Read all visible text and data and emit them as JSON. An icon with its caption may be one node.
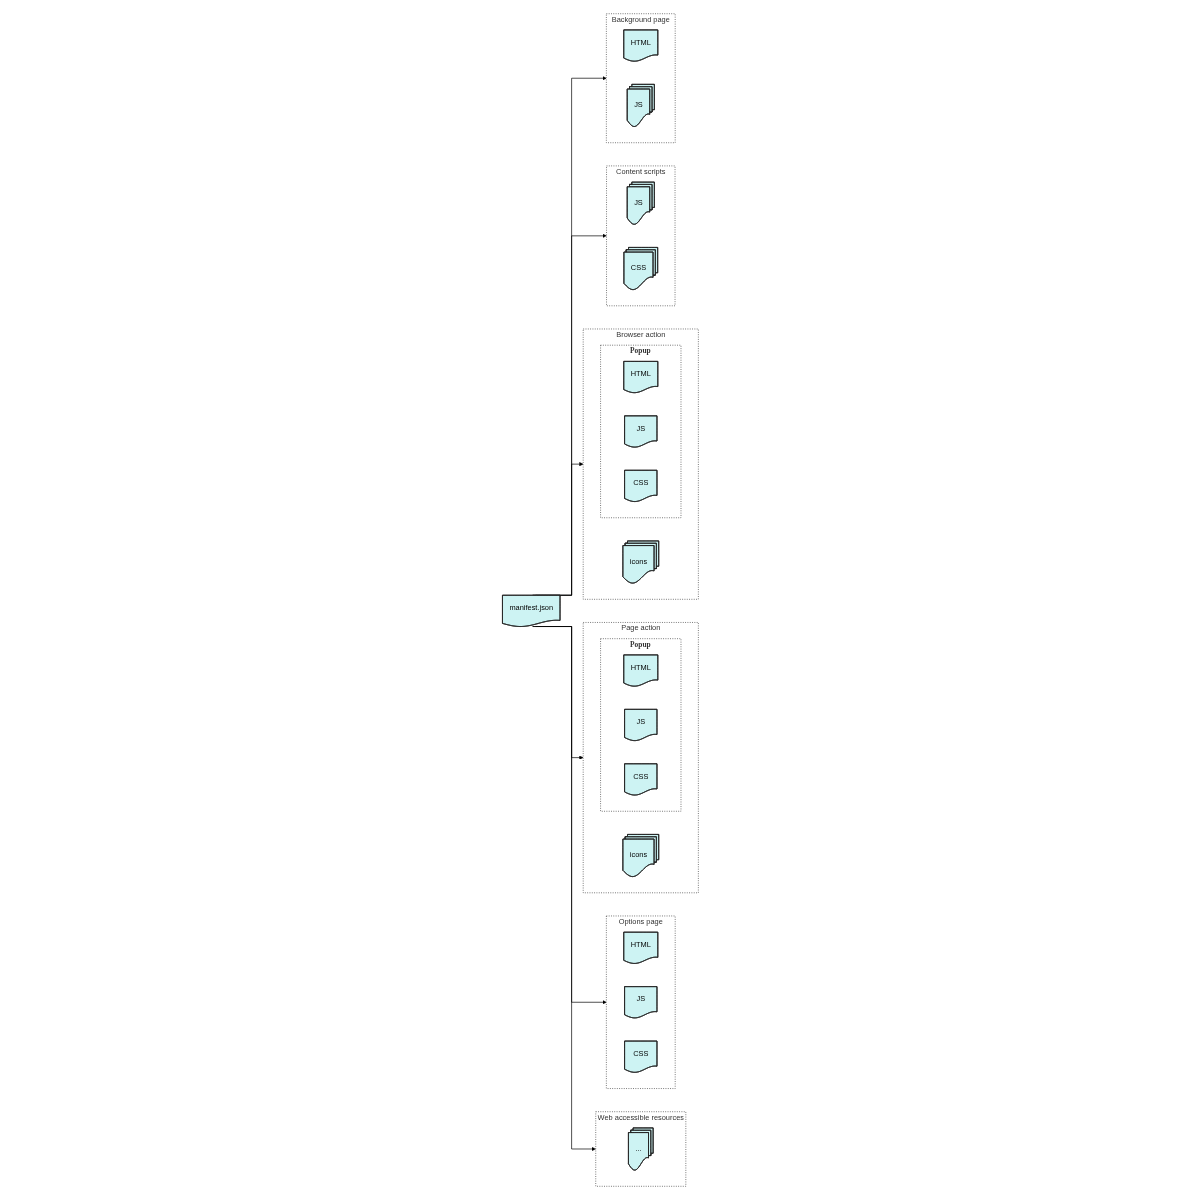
{
  "diagram": {
    "nodes": [
      {
        "text": [
          "manifest.json"
        ]
      },
      {
        "text": [
          "Background page"
        ]
      },
      {
        "text": [
          "HTML"
        ],
        "in": 1
      },
      {
        "text": [
          "JS"
        ],
        "in": 1
      },
      {
        "text": [
          "Content scripts"
        ]
      },
      {
        "text": [
          "JS"
        ],
        "in": 4
      },
      {
        "text": [
          "CSS"
        ],
        "in": 4
      },
      {
        "text": [
          "Browser action"
        ]
      },
      {
        "text": [
          "icons"
        ],
        "in": 7
      },
      {
        "text": [
          "Popup"
        ],
        "in": 7
      },
      {
        "text": [
          "HTML"
        ],
        "in": 9
      },
      {
        "text": [
          "JS"
        ],
        "in": 9
      },
      {
        "text": [
          "CSS"
        ],
        "in": 9
      },
      {
        "text": [
          "Page action"
        ]
      },
      {
        "text": [
          "icons"
        ],
        "in": 13
      },
      {
        "text": [
          "Popup"
        ],
        "in": 13
      },
      {
        "text": [
          "HTML"
        ],
        "in": 15
      },
      {
        "text": [
          "JS"
        ],
        "in": 15
      },
      {
        "text": [
          "CSS"
        ],
        "in": 15
      },
      {
        "text": [
          "Options page"
        ]
      },
      {
        "text": [
          "HTML"
        ],
        "in": 19
      },
      {
        "text": [
          "JS"
        ],
        "in": 19
      },
      {
        "text": [
          "CSS"
        ],
        "in": 19
      },
      {
        "text": [
          "Web accessible resources"
        ]
      },
      {
        "text": [
          "..."
        ],
        "in": 23
      }
    ],
    "edges": [
      {
        "from": 0,
        "to": 1,
        "arrow": "to"
      },
      {
        "from": 0,
        "to": 4,
        "arrow": "to"
      },
      {
        "from": 0,
        "to": 7,
        "arrow": "to"
      },
      {
        "from": 0,
        "to": 13,
        "arrow": "to"
      },
      {
        "from": 0,
        "to": 19,
        "arrow": "to"
      },
      {
        "from": 0,
        "to": 23,
        "arrow": "to"
      }
    ]
  }
}
